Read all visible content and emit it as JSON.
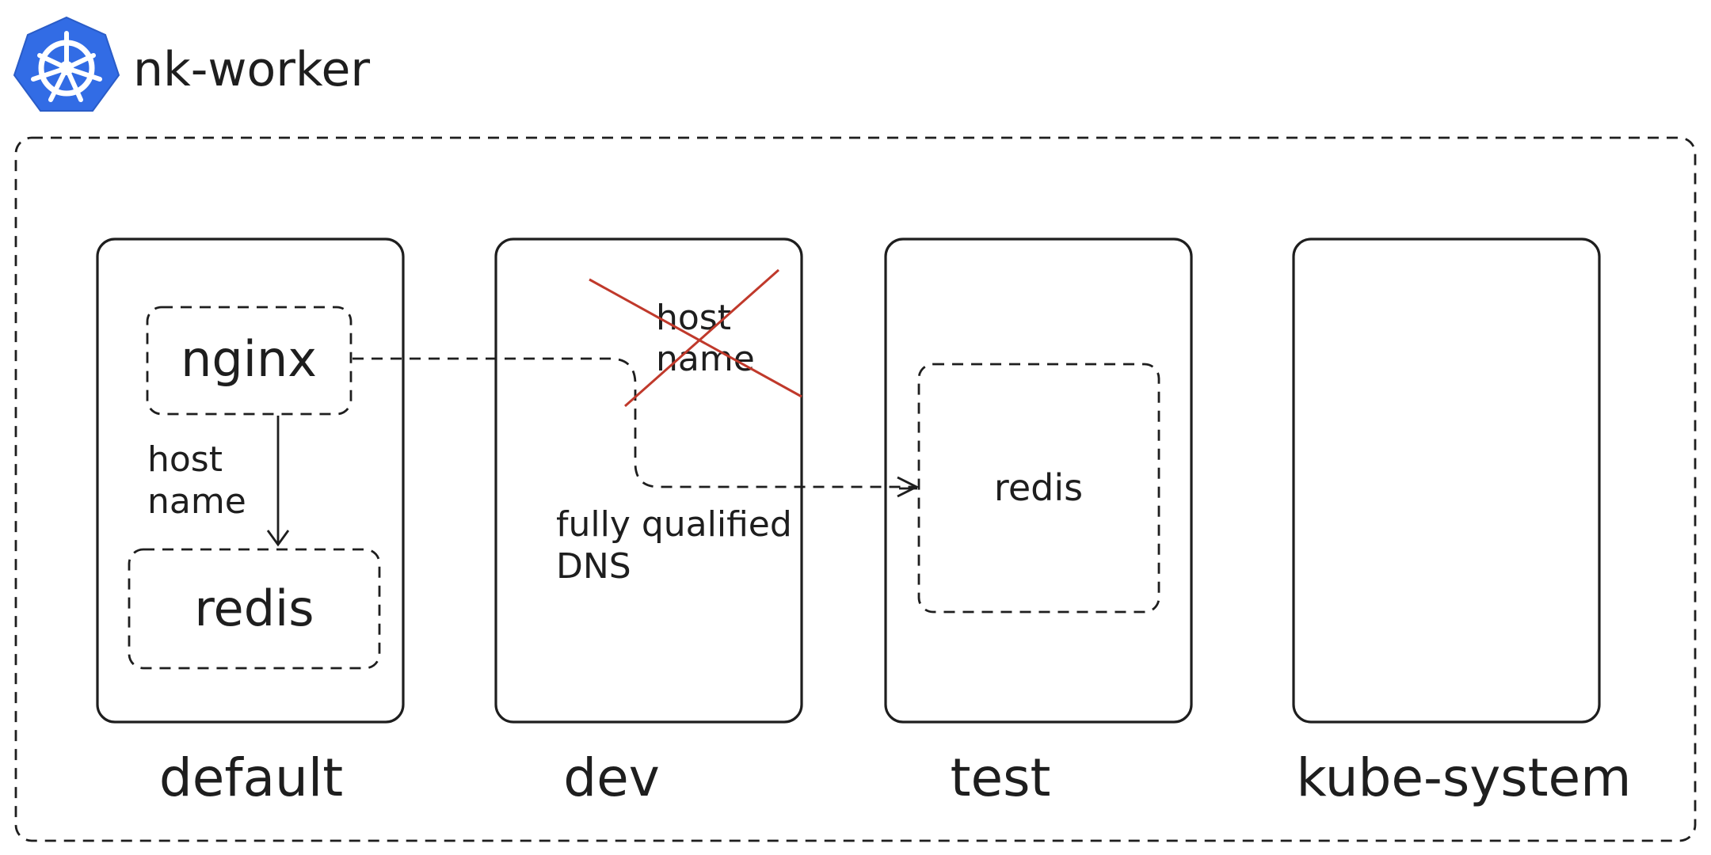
{
  "header": {
    "title": "nk-worker",
    "logo_icon": "kubernetes-icon",
    "logo_color": "#326ce5"
  },
  "namespaces": [
    {
      "label": "default"
    },
    {
      "label": "dev"
    },
    {
      "label": "test"
    },
    {
      "label": "kube-system"
    }
  ],
  "pods": {
    "default_nginx": "nginx",
    "default_redis": "redis",
    "test_redis": "redis"
  },
  "notes": {
    "hostname_line1": "host",
    "hostname_line2": "name",
    "crossed_line1": "host",
    "crossed_line2": "name",
    "fqdn_line1": "fully qualified",
    "fqdn_line2": "DNS"
  },
  "colors": {
    "stroke": "#1e1e1e",
    "cross": "#c0392b"
  }
}
